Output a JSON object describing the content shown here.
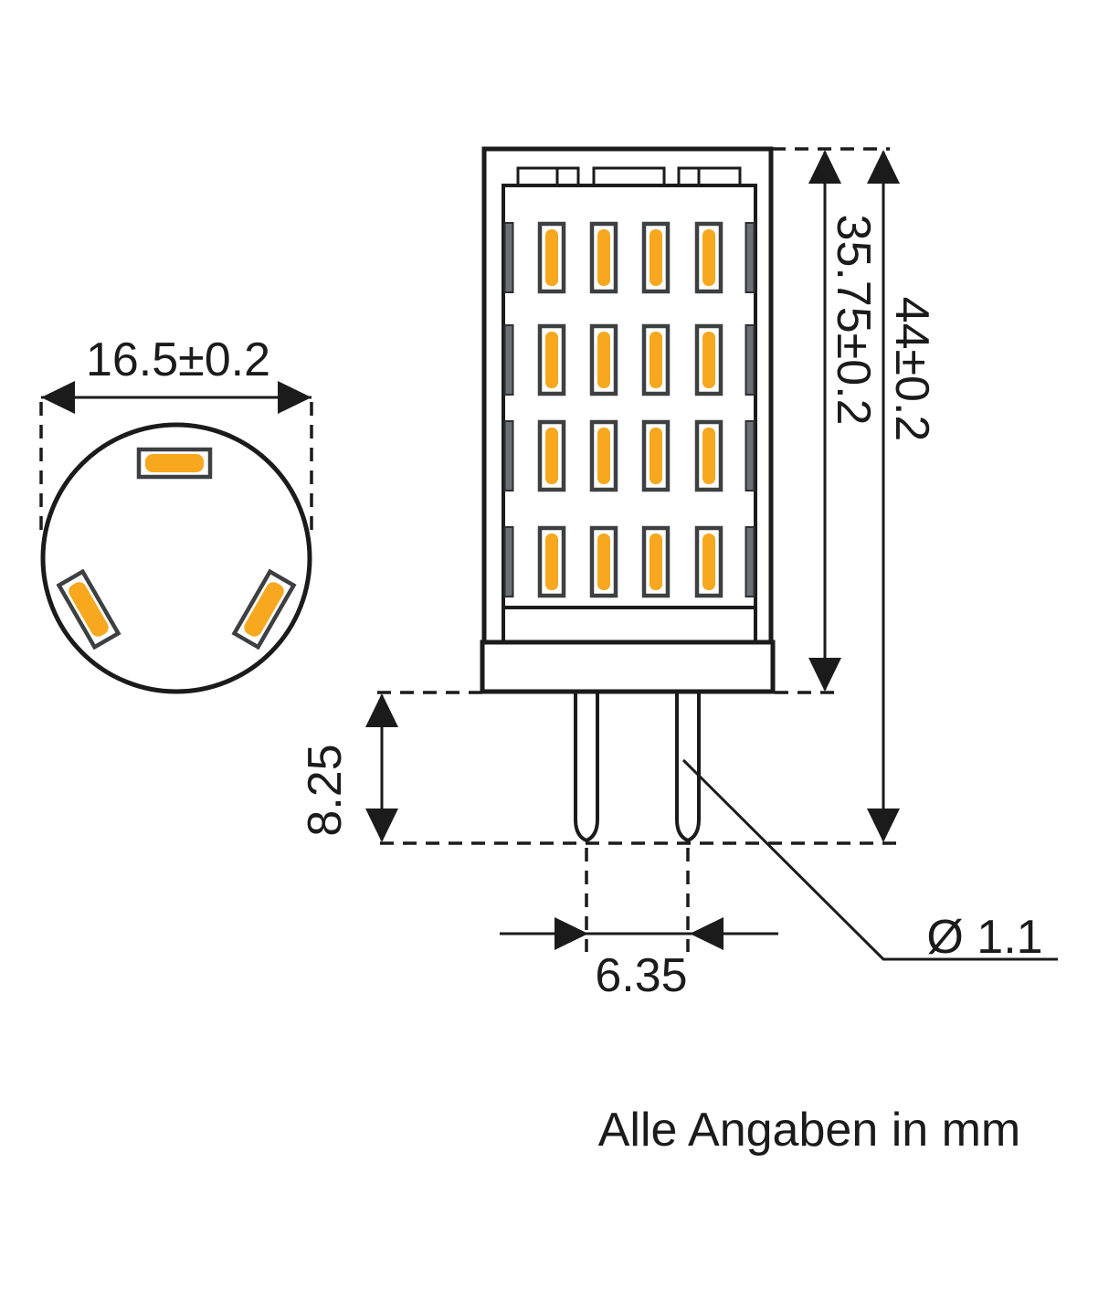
{
  "drawing": {
    "note": "Alle Angaben in mm",
    "dimensions": {
      "top_width": "16.5±0.2",
      "body_height": "35.75±0.2",
      "overall_height": "44±0.2",
      "pin_length": "8.25",
      "pin_pitch": "6.35",
      "pin_diameter": "Ø 1.1"
    },
    "views": {
      "top": {
        "led_chips": 3
      },
      "front": {
        "led_rows": 4,
        "led_columns": 4,
        "pins": 2
      }
    },
    "colors": {
      "line": "#1b1b1b",
      "led_fill": "#f7a81e",
      "led_border": "#3d4043",
      "side_led_fill": "#6a7076"
    }
  }
}
